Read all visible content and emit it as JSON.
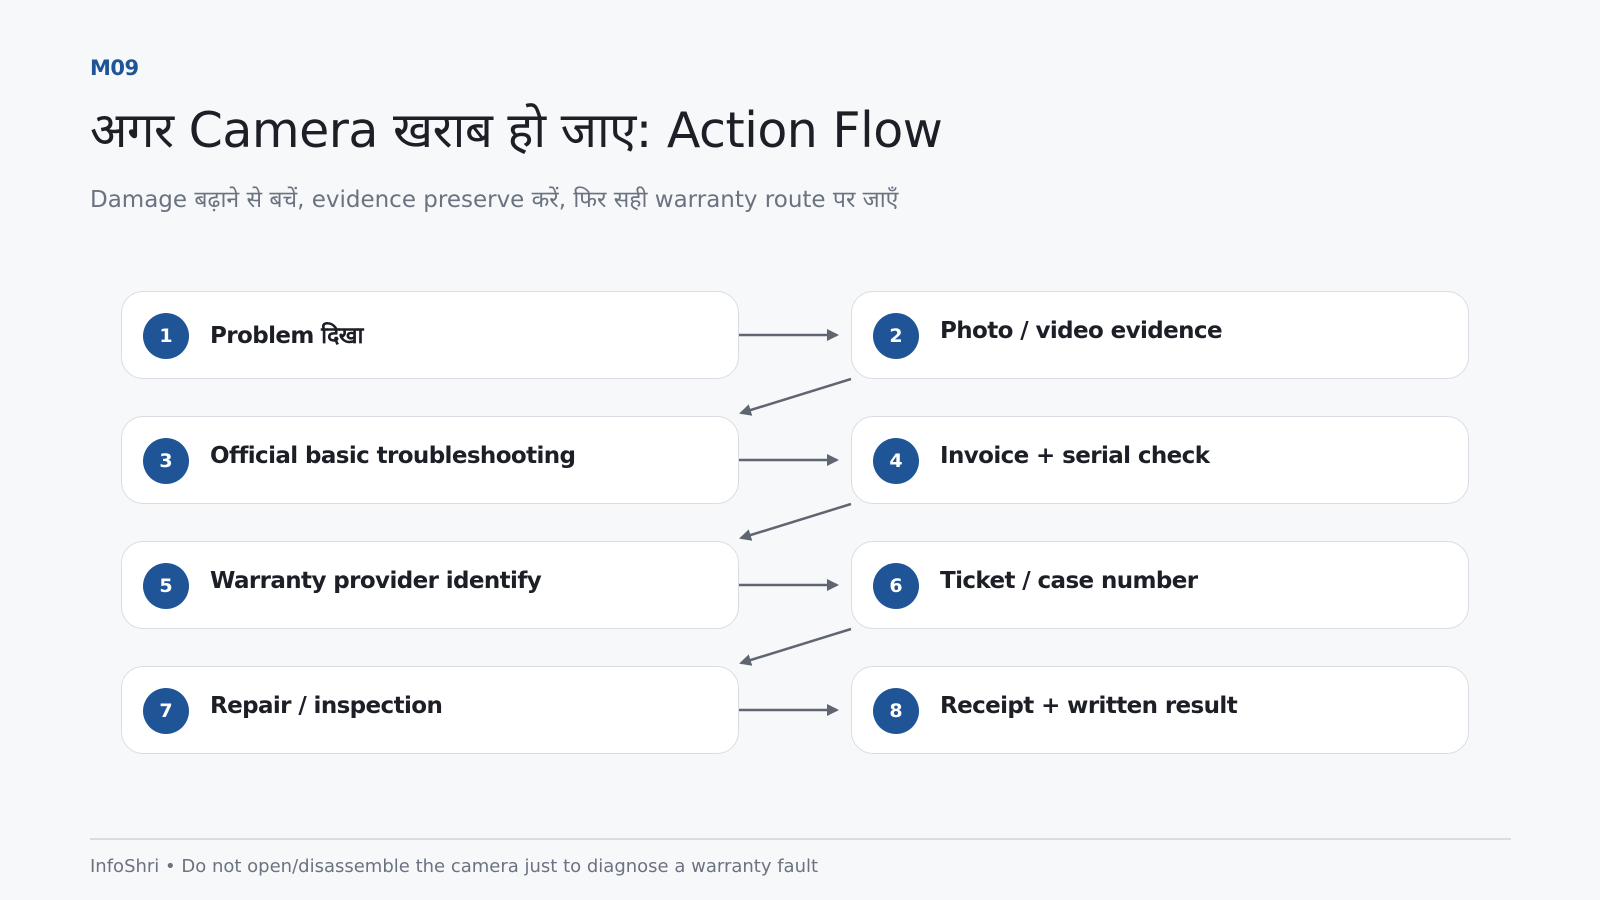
{
  "header": {
    "code": "M09",
    "title": "अगर Camera खराब हो जाए: Action Flow",
    "subtitle": "Damage बढ़ाने से बचें, evidence preserve करें, फिर सही warranty route पर जाएँ"
  },
  "steps": [
    {
      "number": "1",
      "label": "Problem दिखा"
    },
    {
      "number": "2",
      "label": "Photo / video evidence"
    },
    {
      "number": "3",
      "label": "Official basic troubleshooting"
    },
    {
      "number": "4",
      "label": "Invoice +  serial check"
    },
    {
      "number": "5",
      "label": "Warranty provider identify"
    },
    {
      "number": "6",
      "label": "Ticket / case number"
    },
    {
      "number": "7",
      "label": "Repair / inspection"
    },
    {
      "number": "8",
      "label": "Receipt +  written result"
    }
  ],
  "footer": {
    "text": "InfoShri • Do not open/disassemble the camera just to diagnose a warranty fault"
  },
  "colors": {
    "accent": "#1f5597",
    "arrow": "#5f6672",
    "card_border": "#d9dde3",
    "background": "#f7f8fa"
  }
}
